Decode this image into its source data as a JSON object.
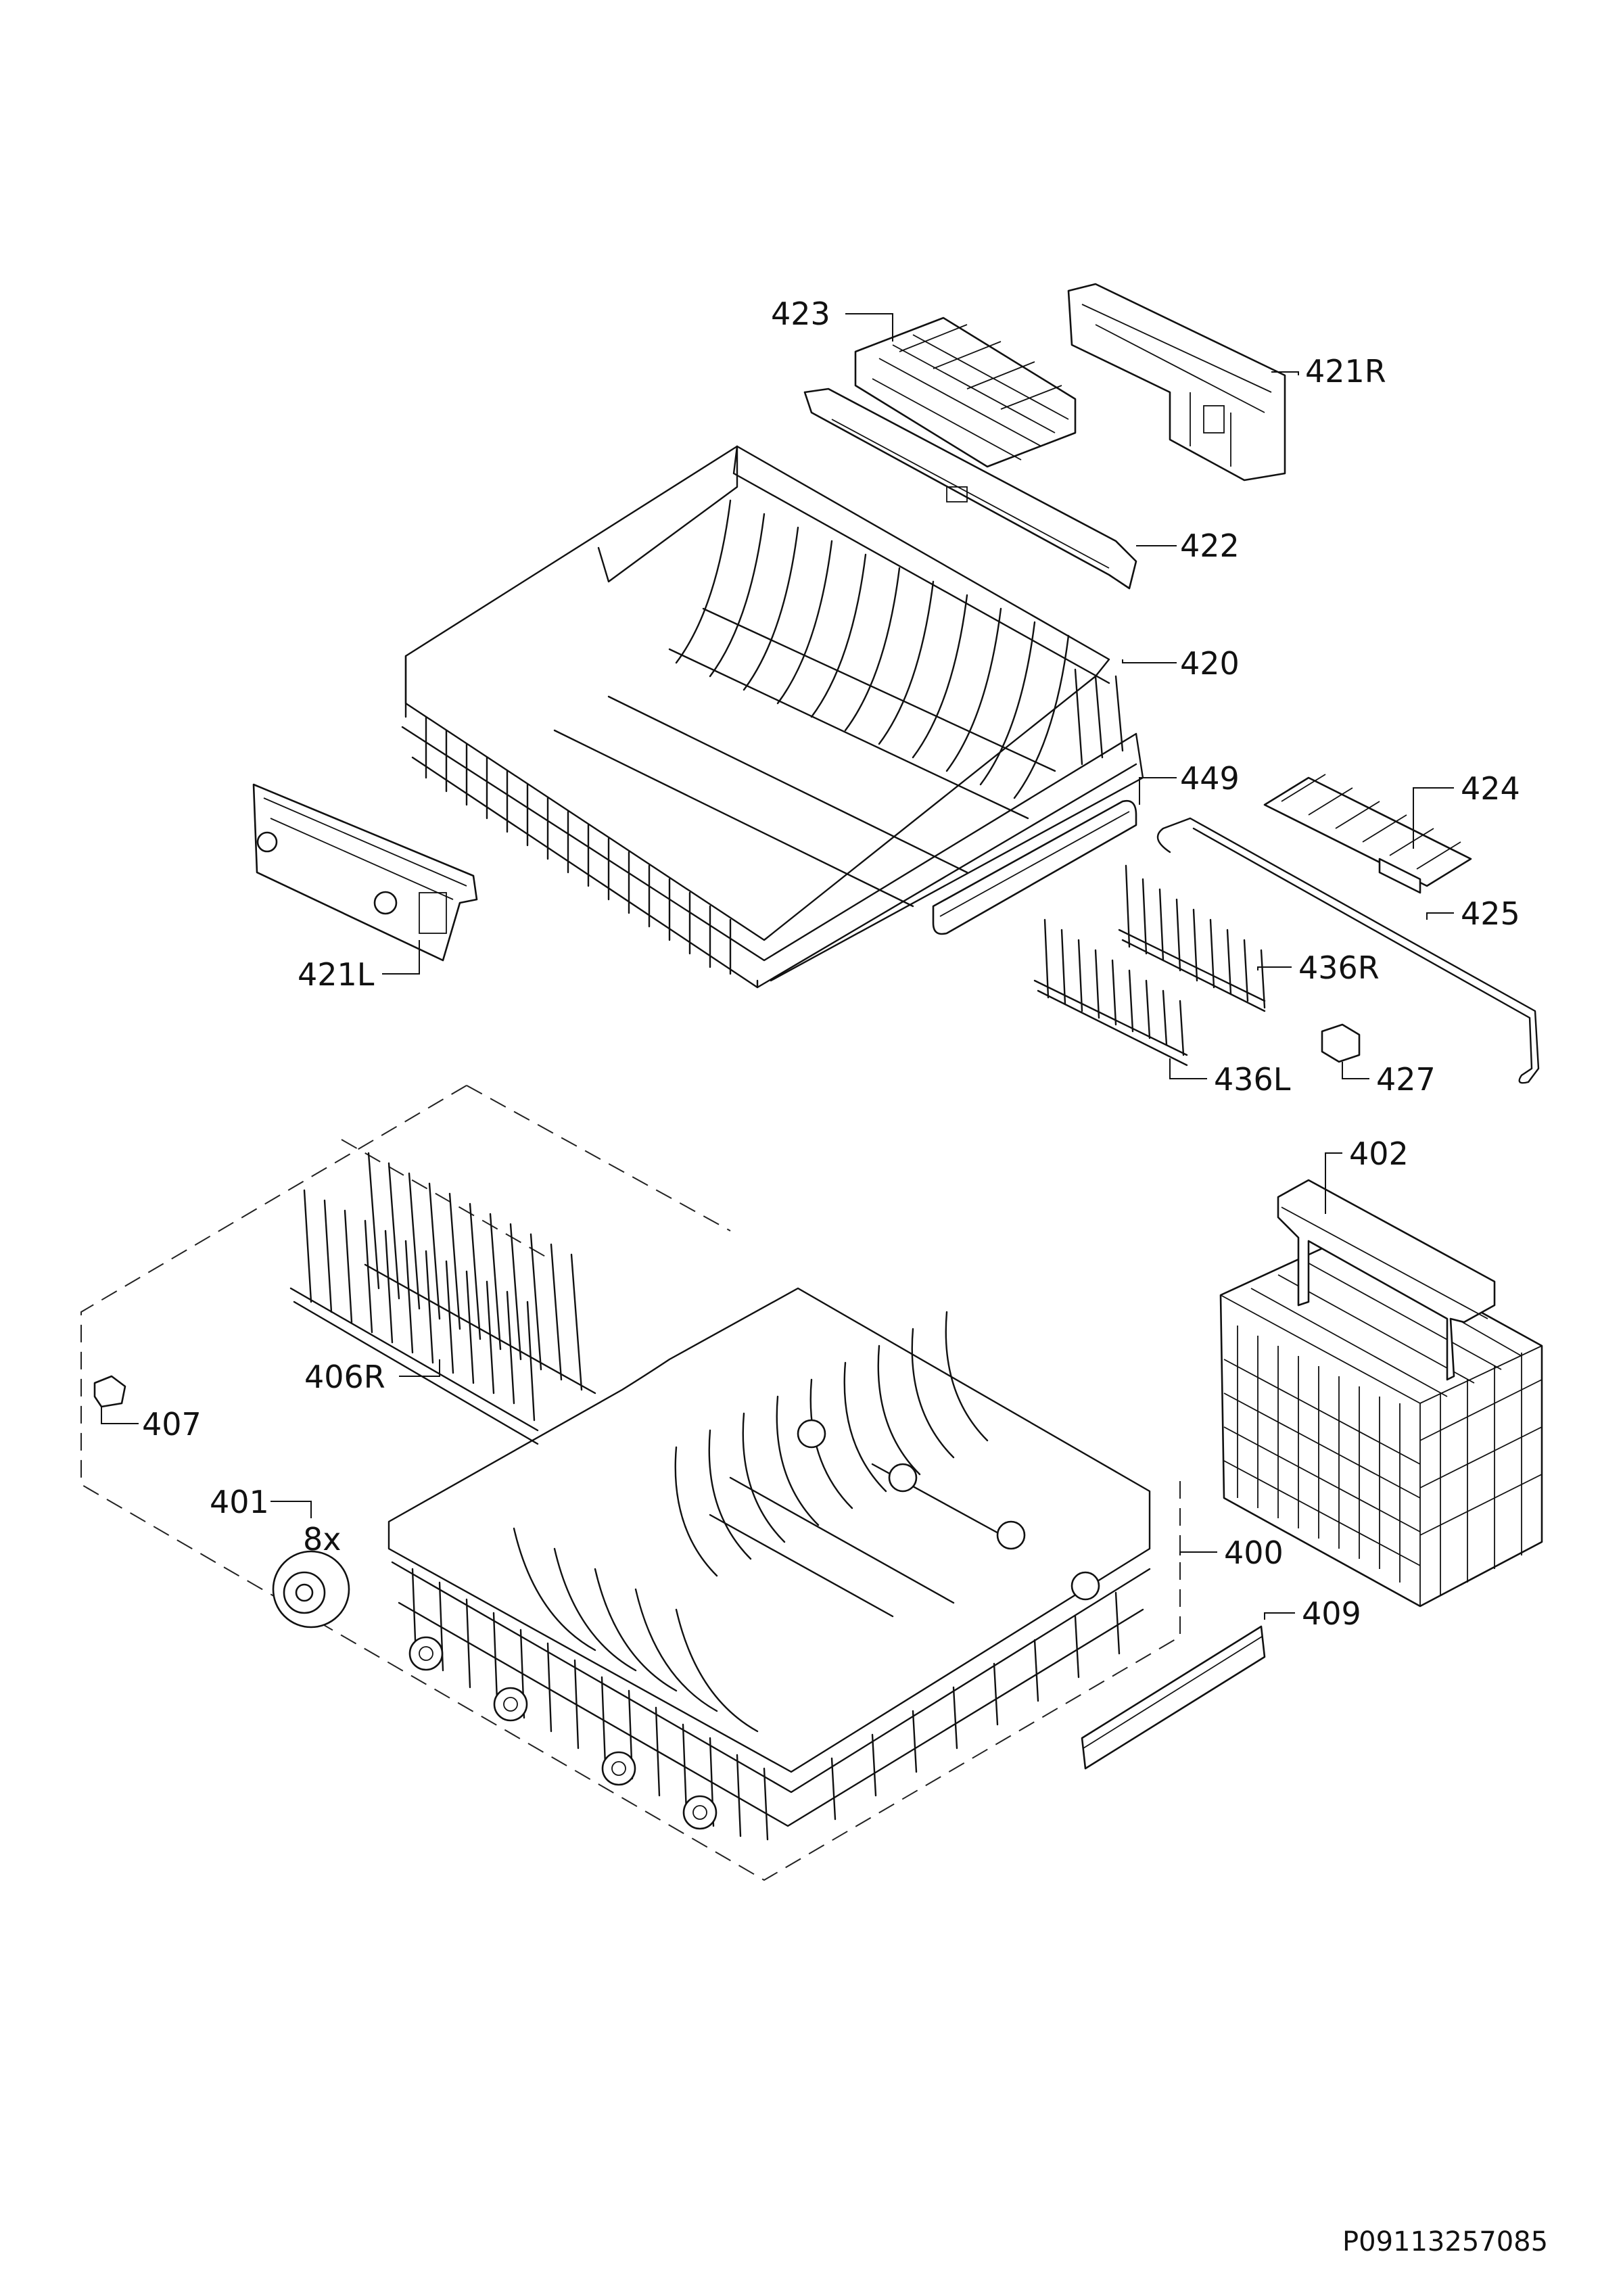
{
  "drawing_id": "P09113257085",
  "callouts": {
    "c400": "400",
    "c401": "401",
    "c401_qty": "8x",
    "c402": "402",
    "c406R": "406R",
    "c407": "407",
    "c409": "409",
    "c420": "420",
    "c421L": "421L",
    "c421R": "421R",
    "c422": "422",
    "c423": "423",
    "c424": "424",
    "c425": "425",
    "c427": "427",
    "c436L": "436L",
    "c436R": "436R",
    "c449": "449"
  }
}
